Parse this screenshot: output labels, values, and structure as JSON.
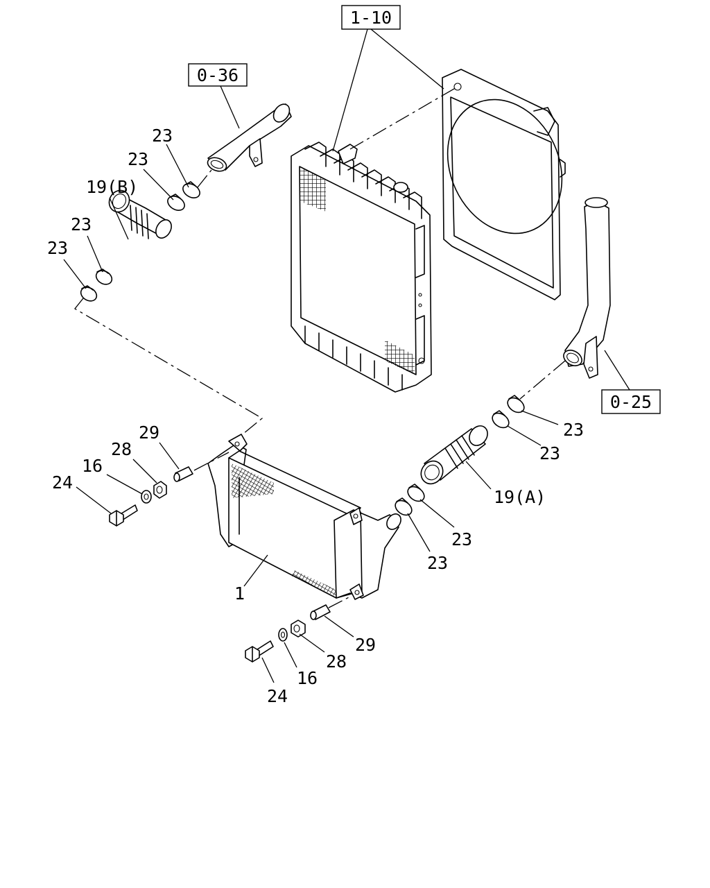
{
  "references": {
    "radiator_ref": "1-10",
    "upper_pipe_ref": "0-36",
    "lower_pipe_ref": "0-25"
  },
  "callouts": {
    "intercooler": "1",
    "hose_a": "19(A)",
    "hose_b": "19(B)",
    "clamp": "23",
    "bolt": "24",
    "washer": "16",
    "nut": "28",
    "spacer": "29"
  }
}
